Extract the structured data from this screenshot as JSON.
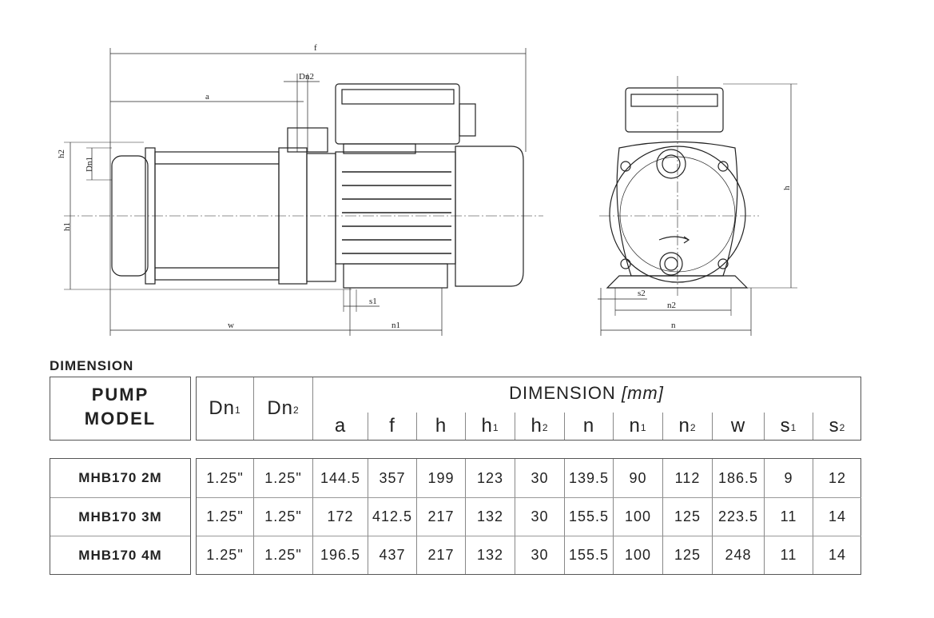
{
  "drawing": {
    "labels": {
      "f": "f",
      "dn2": "Dn2",
      "a": "a",
      "h2": "h2",
      "dn1": "Dn1",
      "h1": "h1",
      "w": "w",
      "s1": "s1",
      "n1": "n1",
      "h": "h",
      "s2": "s2",
      "n2": "n2",
      "n": "n"
    }
  },
  "section_title": "DIMENSION",
  "table": {
    "model_header": [
      "PUMP",
      "MODEL"
    ],
    "dim_header": "DIMENSION",
    "dim_unit": "[mm]",
    "columns": [
      {
        "base": "Dn",
        "sub": "1"
      },
      {
        "base": "Dn",
        "sub": "2"
      },
      {
        "base": "a",
        "sub": ""
      },
      {
        "base": "f",
        "sub": ""
      },
      {
        "base": "h",
        "sub": ""
      },
      {
        "base": "h",
        "sub": "1"
      },
      {
        "base": "h",
        "sub": "2"
      },
      {
        "base": "n",
        "sub": ""
      },
      {
        "base": "n",
        "sub": "1"
      },
      {
        "base": "n",
        "sub": "2"
      },
      {
        "base": "w",
        "sub": ""
      },
      {
        "base": "s",
        "sub": "1"
      },
      {
        "base": "s",
        "sub": "2"
      }
    ],
    "rows": [
      {
        "model": "MHB170 2M",
        "values": [
          "1.25\"",
          "1.25\"",
          "144.5",
          "357",
          "199",
          "123",
          "30",
          "139.5",
          "90",
          "112",
          "186.5",
          "9",
          "12"
        ]
      },
      {
        "model": "MHB170 3M",
        "values": [
          "1.25\"",
          "1.25\"",
          "172",
          "412.5",
          "217",
          "132",
          "30",
          "155.5",
          "100",
          "125",
          "223.5",
          "11",
          "14"
        ]
      },
      {
        "model": "MHB170 4M",
        "values": [
          "1.25\"",
          "1.25\"",
          "196.5",
          "437",
          "217",
          "132",
          "30",
          "155.5",
          "100",
          "125",
          "248",
          "11",
          "14"
        ]
      }
    ]
  }
}
